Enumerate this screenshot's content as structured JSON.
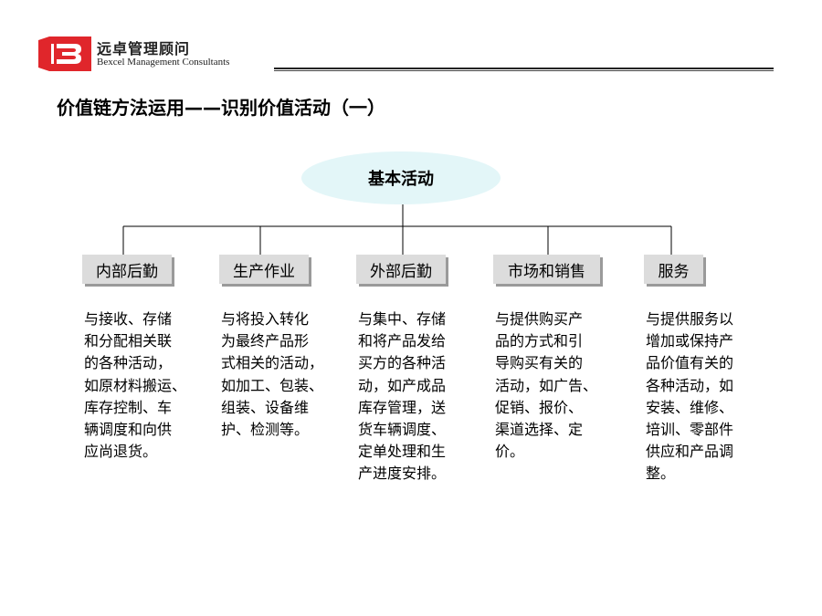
{
  "brand": {
    "name_cn": "远卓管理顾问",
    "name_en": "Bexcel Management Consultants",
    "logo_color": "#e0262b"
  },
  "title": "价值链方法运用——识别价值活动（一）",
  "root": {
    "label": "基本活动",
    "fill": "#e3f6f8"
  },
  "categories": [
    {
      "label": "内部后勤",
      "desc": "与接收、存储\n和分配相关联\n的各种活动，\n如原材料搬运、\n库存控制、车\n辆调度和向供\n应尚退货。"
    },
    {
      "label": "生产作业",
      "desc": "与将投入转化\n为最终产品形\n式相关的活动，\n如加工、包装、\n组装、设备维\n护、检测等。"
    },
    {
      "label": "外部后勤",
      "desc": "与集中、存储\n和将产品发给\n买方的各种活\n动，如产成品\n库存管理，送\n货车辆调度、\n定单处理和生\n产进度安排。"
    },
    {
      "label": "市场和销售",
      "desc": "与提供购买产\n品的方式和引\n导购买有关的\n活动，如广告、\n促销、报价、\n渠道选择、定\n价。"
    },
    {
      "label": "服务",
      "desc": "与提供服务以\n增加或保持产\n品价值有关的\n各种活动，如\n安装、维修、\n培训、零部件\n供应和产品调\n整。"
    }
  ]
}
